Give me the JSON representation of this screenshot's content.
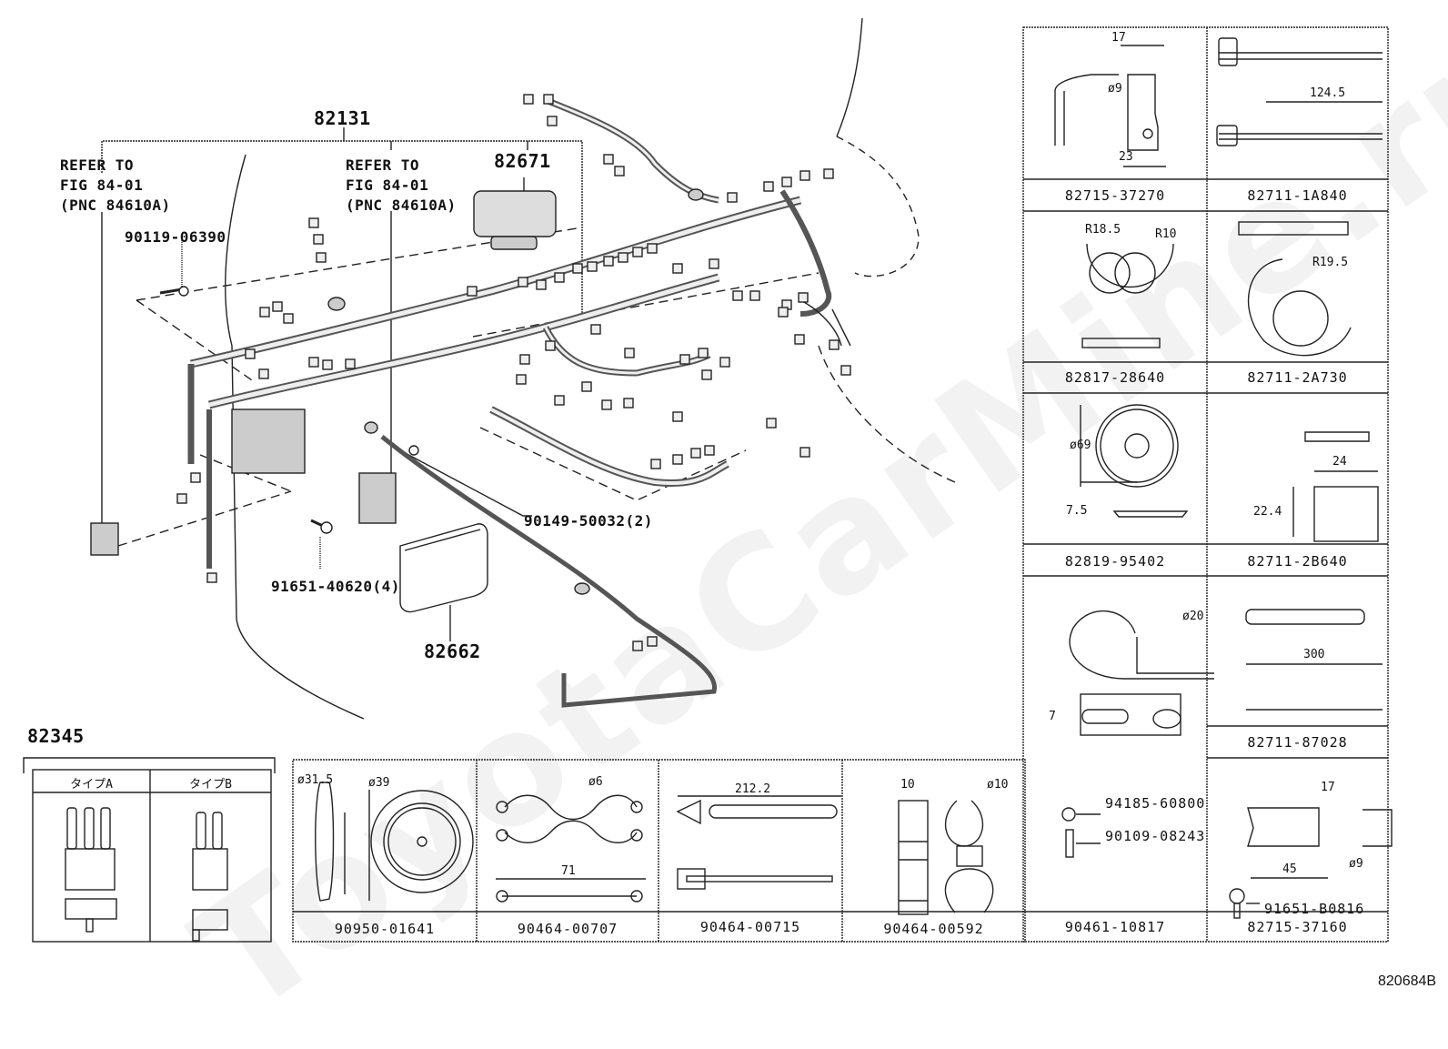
{
  "diagram": {
    "figure_code": "820684B",
    "watermark": "ToyotaCarMine.ru",
    "main_labels": {
      "harness": "82131",
      "connector": "82671",
      "relay_box": "82662",
      "bolt_top": "90119-06390",
      "bolt_bottom": "91651-40620(4)",
      "nut": "90149-50032(2)"
    },
    "refer_left": [
      "REFER TO",
      "FIG 84-01",
      "(PNC 84610A)"
    ],
    "refer_right": [
      "REFER TO",
      "FIG 84-01",
      "(PNC 84610A)"
    ],
    "group_82345": {
      "code": "82345",
      "type_a": "タイプA",
      "type_b": "タイプB"
    },
    "right_grid": [
      {
        "part": "82715-37270",
        "dims": [
          "17",
          "ø9",
          "23"
        ]
      },
      {
        "part": "82711-1A840",
        "dims": [
          "124.5"
        ]
      },
      {
        "part": "82817-28640",
        "dims": [
          "R18.5",
          "R10"
        ]
      },
      {
        "part": "82711-2A730",
        "dims": [
          "R19.5"
        ]
      },
      {
        "part": "82819-95402",
        "dims": [
          "ø69",
          "7.5"
        ]
      },
      {
        "part": "82711-2B640",
        "dims": [
          "24",
          "22.4"
        ]
      },
      {
        "part": "",
        "dims": [
          "ø20",
          "7"
        ]
      },
      {
        "part": "82711-87028",
        "dims": [
          "300"
        ]
      },
      {
        "part": "90461-10817",
        "dims": [],
        "sub": [
          "94185-60800",
          "90109-08243"
        ]
      },
      {
        "part": "82715-37160",
        "dims": [
          "17",
          "45",
          "ø9"
        ],
        "sub": [
          "91651-B0816"
        ]
      }
    ],
    "bottom_row": [
      {
        "part": "90950-01641",
        "dims": [
          "ø31.5",
          "ø39"
        ]
      },
      {
        "part": "90464-00707",
        "dims": [
          "ø6",
          "71"
        ]
      },
      {
        "part": "90464-00715",
        "dims": [
          "212.2"
        ]
      },
      {
        "part": "90464-00592",
        "dims": [
          "10",
          "ø10"
        ]
      }
    ]
  }
}
